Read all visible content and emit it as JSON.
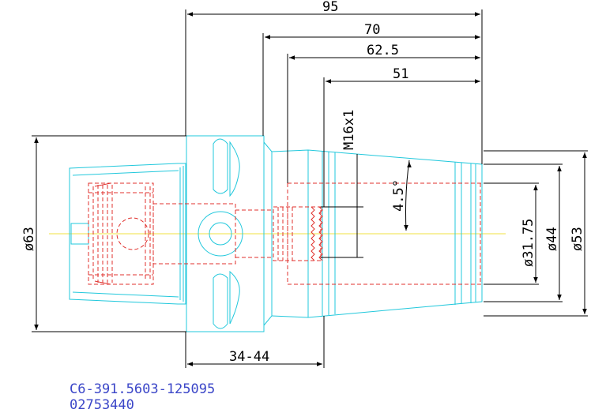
{
  "dimensions": {
    "overall_length": "95",
    "length_70": "70",
    "length_62_5": "62.5",
    "length_51": "51",
    "thread": "M16x1",
    "taper_angle": "4.5°",
    "flange_diameter": "ø63",
    "bore_diameter": "ø31.75",
    "diameter_44": "ø44",
    "diameter_53": "ø53",
    "gauge_range": "34-44"
  },
  "caption": {
    "part_number": "C6-391.5603-125095",
    "order_code": "02753440"
  },
  "colors": {
    "outline": "#22c8dc",
    "hidden": "#e0302c",
    "dimension": "#000000",
    "centerline": "#f0e040",
    "caption": "#3b46c8"
  }
}
